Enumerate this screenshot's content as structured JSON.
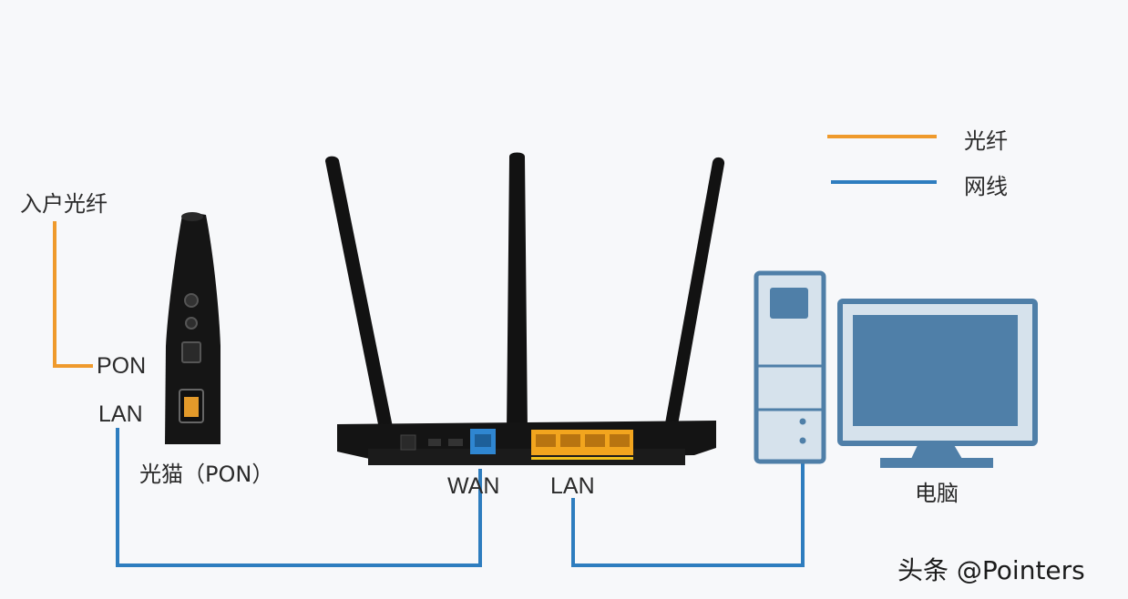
{
  "legend": {
    "fiber": {
      "label": "光纤",
      "color": "#ef9a2c"
    },
    "network_cable": {
      "label": "网线",
      "color": "#2e7dbf"
    }
  },
  "labels": {
    "incoming_fiber": "入户光纤",
    "pon_port": "PON",
    "modem_lan_port": "LAN",
    "modem_name": "光猫（PON）",
    "router_wan_port": "WAN",
    "router_lan_port": "LAN",
    "computer": "电脑"
  },
  "watermark": "头条 @Pointers",
  "colors": {
    "computer_fill": "#d6e2ec",
    "computer_stroke": "#4f7fa8",
    "screen": "#4f7fa8",
    "device_body": "#141414",
    "router_wan_port": "#2f86d1",
    "router_lan_ports": "#f2a51e"
  }
}
